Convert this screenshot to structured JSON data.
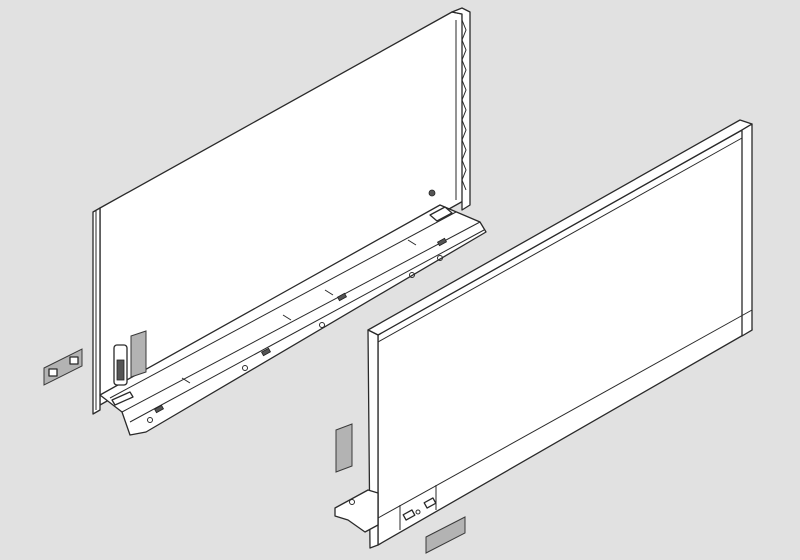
{
  "colors": {
    "background": "#e1e1e1",
    "part_fill": "#ffffff",
    "outline": "#2a2a2a",
    "cap_fill": "#b3b3b3"
  },
  "parts": [
    {
      "name": "left-drawer-side",
      "icon": "drawer-side-panel-with-rail"
    },
    {
      "name": "right-drawer-side",
      "icon": "drawer-side-panel"
    },
    {
      "name": "front-fixing-bracket",
      "icon": "bracket-plate"
    },
    {
      "name": "cover-cap-left",
      "icon": "cover-cap"
    },
    {
      "name": "cover-cap-right",
      "icon": "cover-cap"
    },
    {
      "name": "cover-strip-bottom",
      "icon": "cover-strip"
    }
  ]
}
